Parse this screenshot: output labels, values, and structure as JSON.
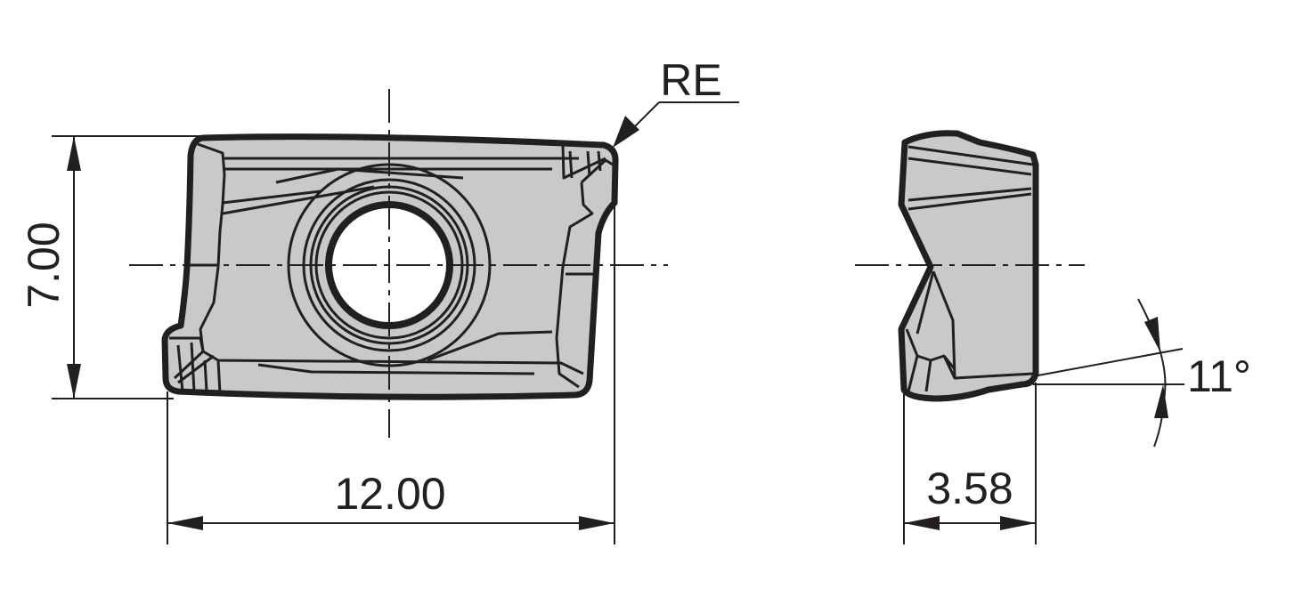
{
  "drawing": {
    "front_view": {
      "corner_radius_label": "RE",
      "height_dimension": "7.00",
      "length_dimension": "12.00"
    },
    "side_view": {
      "thickness_dimension": "3.58",
      "clearance_angle": "11°"
    },
    "colors": {
      "insert_fill": "#c8c9cb",
      "line": "#231f20"
    }
  }
}
